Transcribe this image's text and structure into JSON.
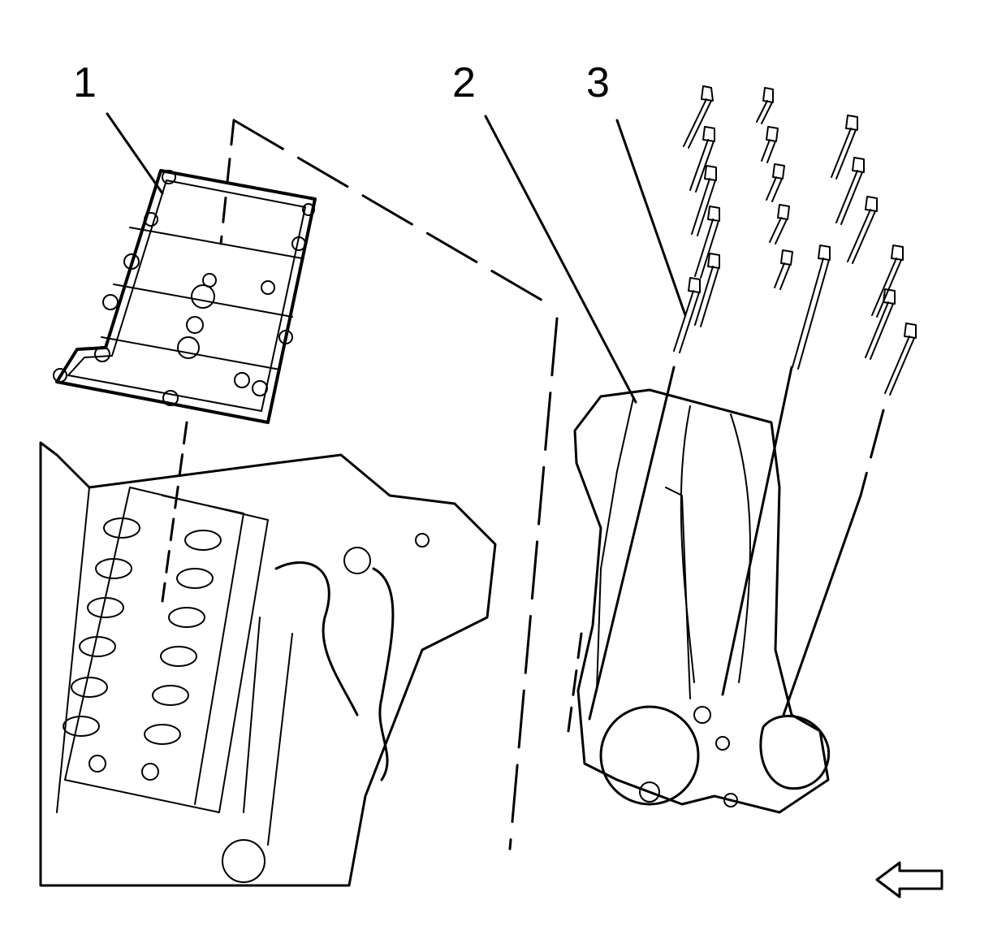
{
  "callouts": [
    {
      "id": "1",
      "label": "1"
    },
    {
      "id": "2",
      "label": "2"
    },
    {
      "id": "3",
      "label": "3"
    }
  ],
  "colors": {
    "line": "#000000",
    "background": "#ffffff"
  },
  "icons": {
    "direction": "arrow-left-icon"
  }
}
